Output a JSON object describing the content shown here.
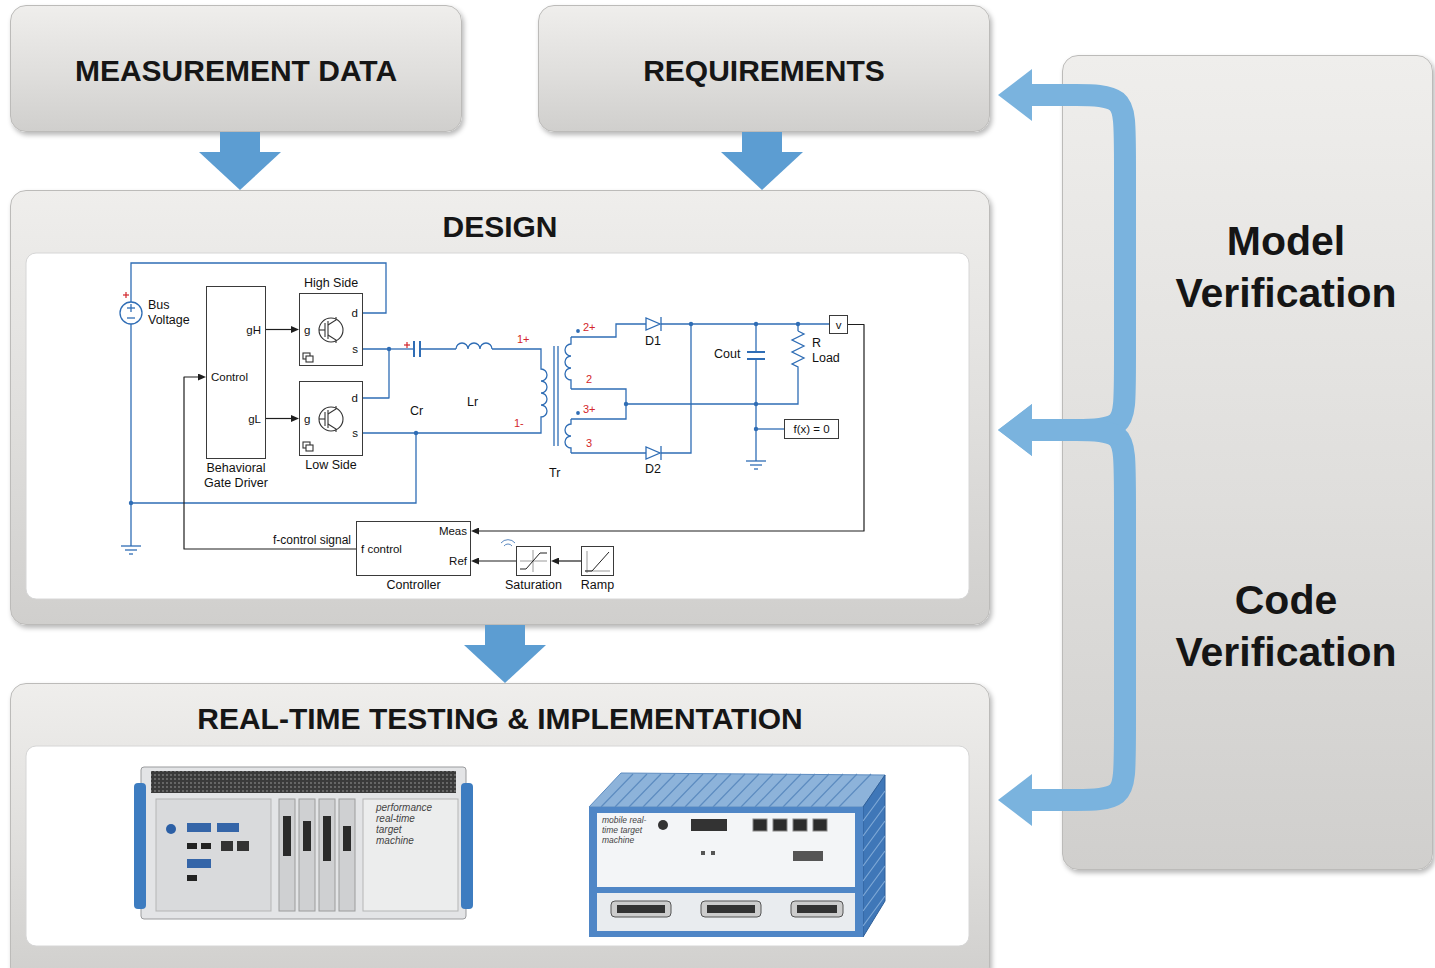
{
  "diagram": {
    "nodes": [
      {
        "text": [
          "MEASUREMENT DATA"
        ]
      },
      {
        "text": [
          "REQUIREMENTS"
        ]
      },
      {
        "text": [
          "DESIGN"
        ]
      },
      {
        "text": [
          "gH",
          "Control",
          "gL",
          "Behavioral Gate Driver"
        ],
        "in": 2
      },
      {
        "text": [
          "High Side",
          "g",
          "d",
          "s"
        ],
        "in": 2
      },
      {
        "text": [
          "g",
          "d",
          "s",
          "Low Side"
        ],
        "in": 2
      },
      {
        "text": [
          "v"
        ],
        "in": 2
      },
      {
        "text": [
          "f(x) = 0"
        ],
        "in": 2
      },
      {
        "text": [
          "Meas",
          "f control",
          "Ref",
          "Controller"
        ],
        "in": 2
      },
      {
        "text": [
          "Saturation"
        ],
        "in": 2
      },
      {
        "text": [
          "Ramp"
        ],
        "in": 2
      },
      {
        "text": [
          "REAL-TIME TESTING & IMPLEMENTATION"
        ]
      },
      {
        "text": [
          "Model Verification",
          "Code Verification"
        ]
      }
    ],
    "edges": [
      {
        "from": 0,
        "to": 2,
        "arrow": "to"
      },
      {
        "from": 1,
        "to": 2,
        "arrow": "to"
      },
      {
        "from": 3,
        "to": 4,
        "arrow": "to"
      },
      {
        "from": 3,
        "to": 5,
        "arrow": "to"
      },
      {
        "from": 4,
        "to": 5,
        "arrow": "none"
      },
      {
        "from": 6,
        "to": 8,
        "arrow": "to"
      },
      {
        "from": 9,
        "to": 8,
        "arrow": "to"
      },
      {
        "from": 10,
        "to": 9,
        "arrow": "to"
      },
      {
        "from": 8,
        "to": 3,
        "arrow": "to",
        "label": "f-control signal"
      },
      {
        "from": 2,
        "to": 11,
        "arrow": "to"
      },
      {
        "from": 1,
        "to": 2,
        "arrow": "both"
      },
      {
        "from": 2,
        "to": 11,
        "arrow": "both"
      }
    ],
    "labels": [
      "Bus Voltage",
      "Cr",
      "Lr",
      "1+",
      "1-",
      "2+",
      "2",
      "3+",
      "3",
      "Tr",
      "D1",
      "D2",
      "Cout",
      "R Load",
      "performance real-time target machine",
      "mobile real-time target machine"
    ]
  }
}
